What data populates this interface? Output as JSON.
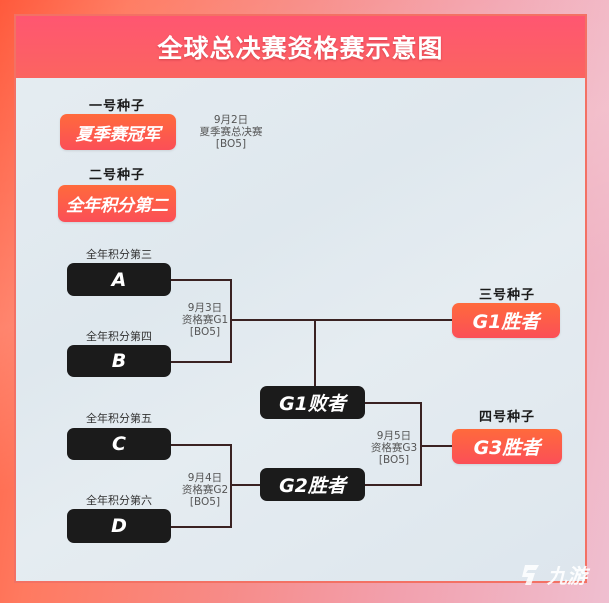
{
  "title": "全球总决赛资格赛示意图",
  "seeds": {
    "seed1": {
      "label": "一号种子",
      "team": "夏季赛冠军"
    },
    "seed2": {
      "label": "二号种子",
      "team": "全年积分第二"
    },
    "seed3": {
      "label": "三号种子",
      "team": "G1胜者"
    },
    "seed4": {
      "label": "四号种子",
      "team": "G3胜者"
    }
  },
  "summer_final": {
    "date": "9月2日",
    "name": "夏季赛总决赛",
    "format": "[BO5]"
  },
  "teams": [
    {
      "rank_label": "全年积分第三",
      "name": "A"
    },
    {
      "rank_label": "全年积分第四",
      "name": "B"
    },
    {
      "rank_label": "全年积分第五",
      "name": "C"
    },
    {
      "rank_label": "全年积分第六",
      "name": "D"
    }
  ],
  "matches": {
    "g1": {
      "date": "9月3日",
      "name": "资格赛G1",
      "format": "[BO5]"
    },
    "g2": {
      "date": "9月4日",
      "name": "资格赛G2",
      "format": "[BO5]"
    },
    "g3": {
      "date": "9月5日",
      "name": "资格赛G3",
      "format": "[BO5]"
    }
  },
  "intermediate": {
    "g1_loser": "G1败者",
    "g2_winner": "G2胜者"
  },
  "logo": {
    "text": "九游",
    "icon": "jiuyou-logo-icon"
  },
  "colors": {
    "header": "#fb5a66",
    "seed_box": "#fb5a4c",
    "team_box": "#1b1b1b",
    "panel_bg": "#e1eaef",
    "line": "#3a2222"
  }
}
